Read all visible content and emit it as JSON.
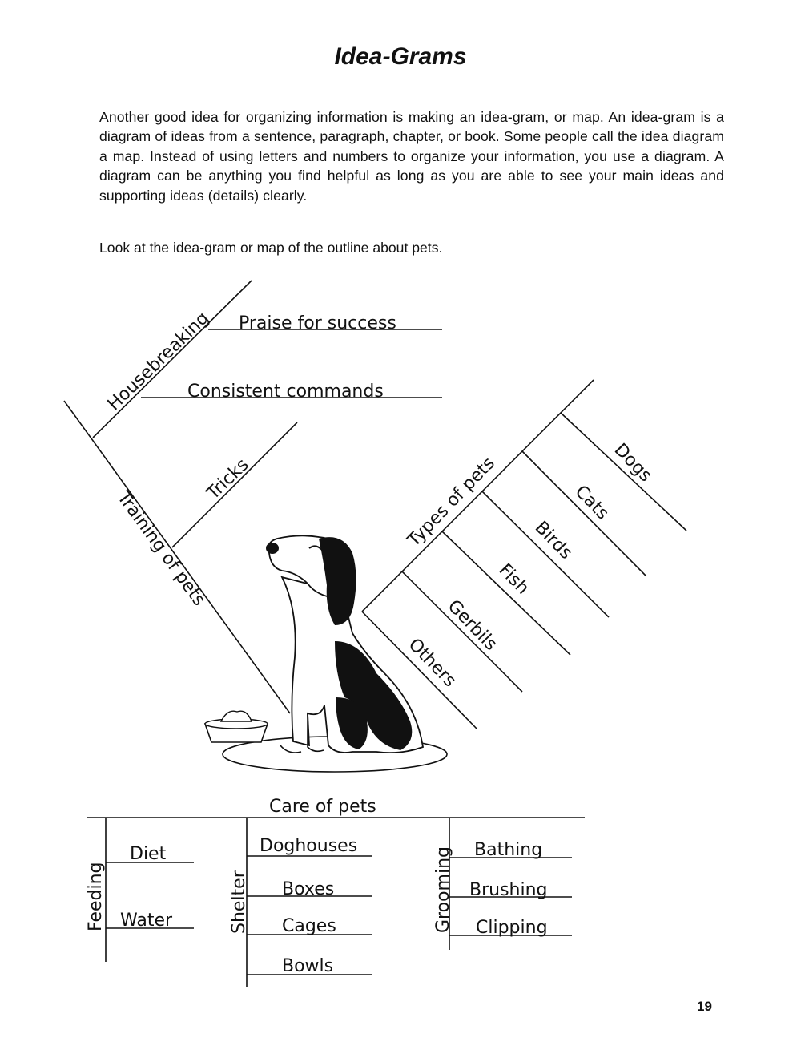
{
  "title": "Idea-Grams",
  "intro": "Another good idea for organizing information is making an idea-gram, or map. An idea-gram is a diagram of ideas from a sentence, paragraph, chapter, or book. Some people call the idea diagram a map. Instead of using letters and numbers to organize your information, you use a diagram. A diagram can be anything you find helpful as long as you are able to see your main ideas and supporting ideas (details) clearly.",
  "instruction": "Look at the idea-gram or map of the outline about pets.",
  "diagram": {
    "training": {
      "label": "Training of pets",
      "housebreaking": {
        "label": "Housebreaking",
        "details": [
          "Praise for success",
          "Consistent commands"
        ]
      },
      "tricks": "Tricks"
    },
    "types": {
      "label": "Types of pets",
      "items": [
        "Dogs",
        "Cats",
        "Birds",
        "Fish",
        "Gerbils",
        "Others"
      ]
    },
    "care": {
      "label": "Care of pets",
      "feeding": {
        "label": "Feeding",
        "items": [
          "Diet",
          "Water"
        ]
      },
      "shelter": {
        "label": "Shelter",
        "items": [
          "Doghouses",
          "Boxes",
          "Cages",
          "Bowls"
        ]
      },
      "grooming": {
        "label": "Grooming",
        "items": [
          "Bathing",
          "Brushing",
          "Clipping"
        ]
      }
    }
  },
  "illustration": "dog-with-bowl-illustration",
  "page_number": "19"
}
